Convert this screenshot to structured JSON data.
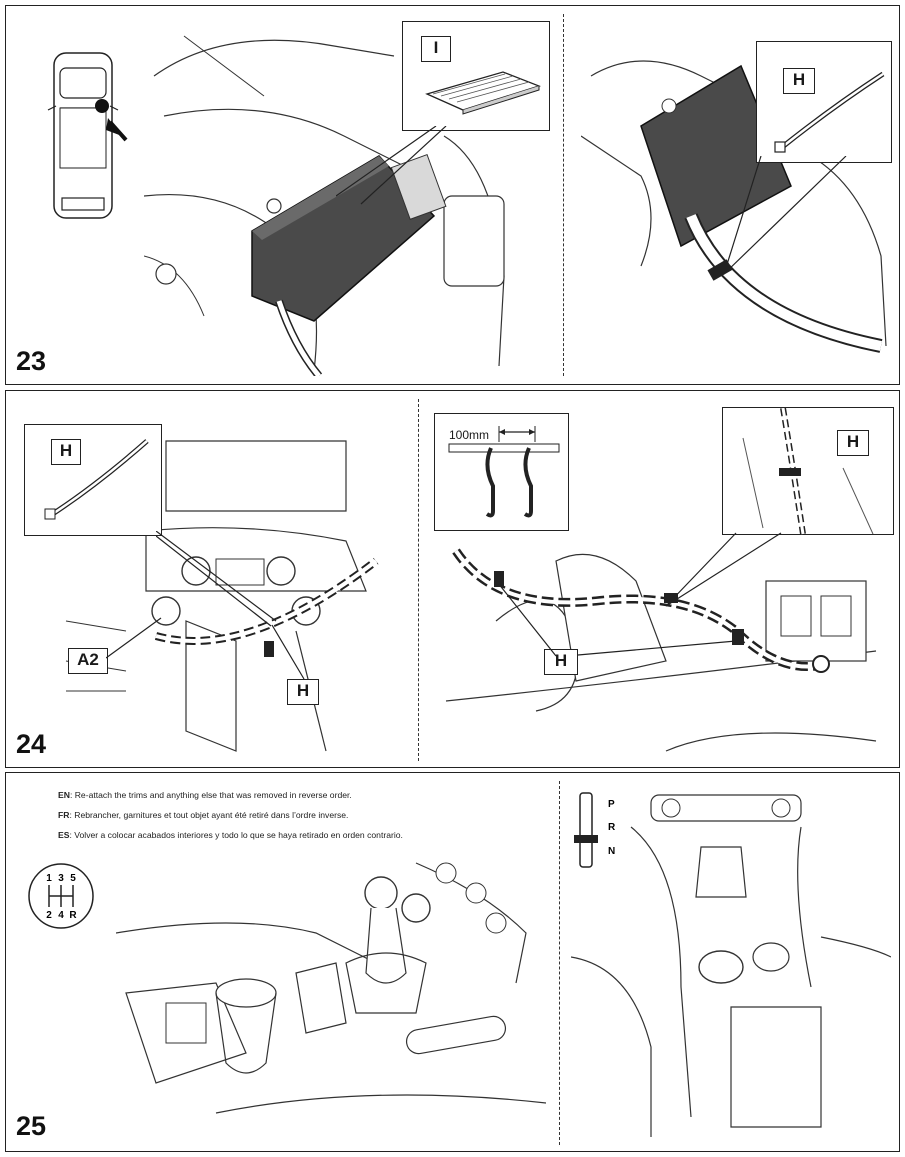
{
  "steps": [
    {
      "number": "23",
      "callouts": {
        "part_a": "I",
        "part_b": "H"
      }
    },
    {
      "number": "24",
      "callouts": {
        "part_box_left": "H",
        "connector": "A2",
        "tie_left": "H",
        "measure": "100mm",
        "tie_right_inset": "H",
        "tie_right": "H"
      }
    },
    {
      "number": "25",
      "instructions": [
        {
          "lang": "EN",
          "text": ": Re-attach the trims and anything else that was removed in reverse order."
        },
        {
          "lang": "FR",
          "text": ": Rebrancher, garnitures et tout objet ayant été retiré dans l’ordre inverse."
        },
        {
          "lang": "ES",
          "text": ": Volver a colocar acabados interiores y todo lo que se haya retirado en orden contrario."
        }
      ],
      "manual_pattern": {
        "top": [
          "1",
          "3",
          "5"
        ],
        "bottom": [
          "2",
          "4",
          "R"
        ]
      },
      "auto_pattern": [
        "P",
        "R",
        "N"
      ]
    }
  ]
}
